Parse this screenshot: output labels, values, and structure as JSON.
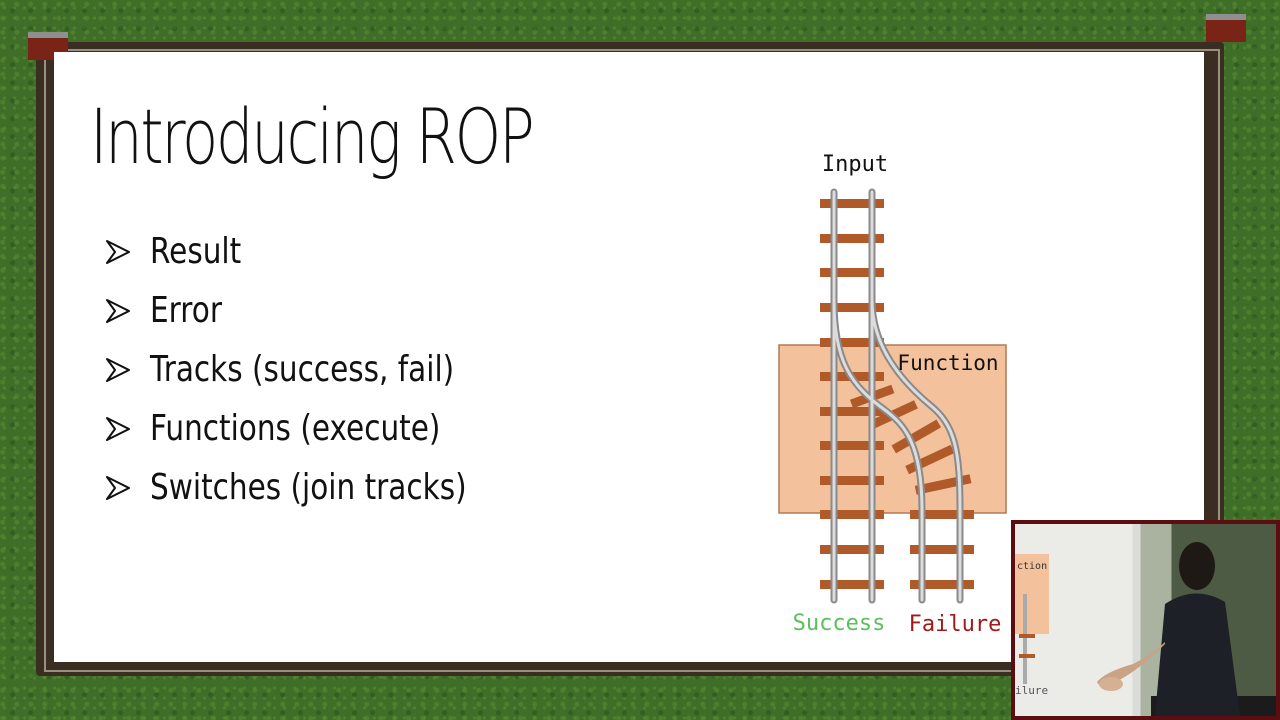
{
  "slide": {
    "title": "Introducing ROP",
    "bullets": [
      "Result",
      "Error",
      "Tracks (success, fail)",
      "Functions (execute)",
      "Switches (join tracks)"
    ]
  },
  "diagram": {
    "input_label": "Input",
    "function_label": "Function",
    "success_label": "Success",
    "failure_label": "Failure",
    "colors": {
      "function_box": "#f3c29c",
      "rail": "#9a9a9a",
      "tie": "#b05a2a",
      "success": "#5bbf5b",
      "failure": "#a11a1a"
    }
  },
  "webcam": {
    "inset_function_label": "ction",
    "inset_failure_label": "ilure"
  }
}
